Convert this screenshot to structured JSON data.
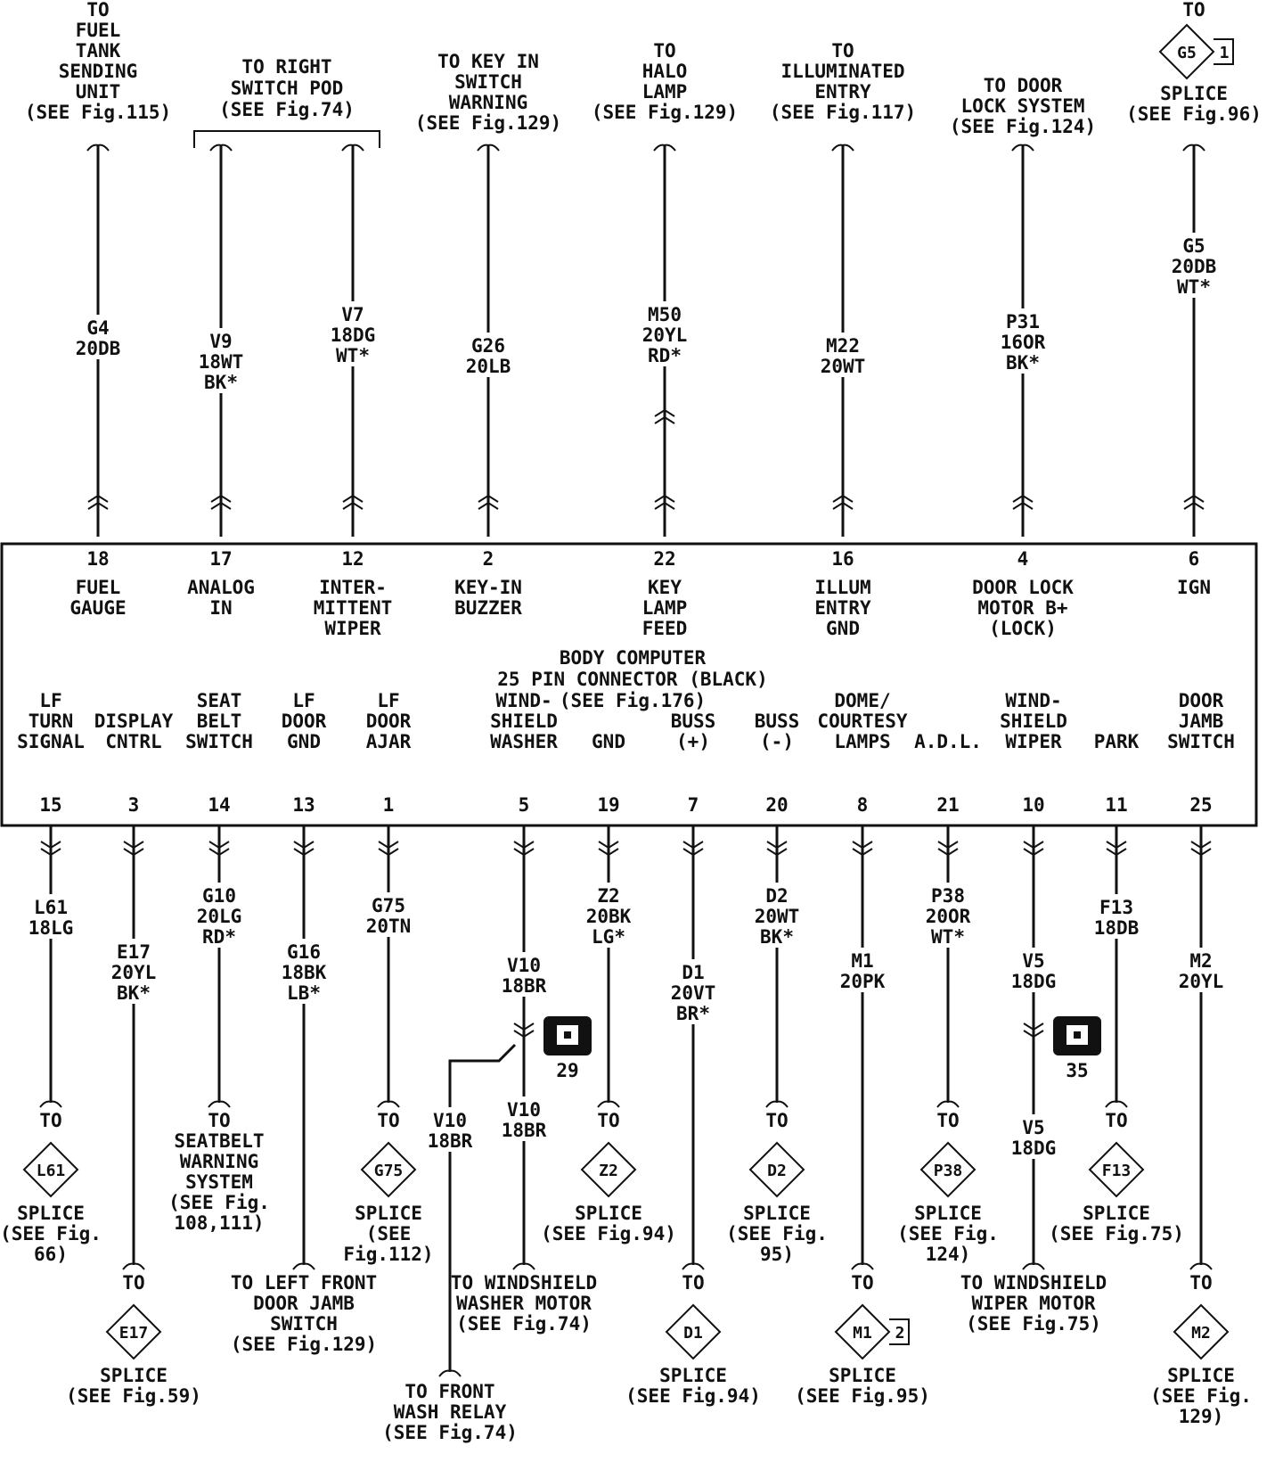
{
  "connector": {
    "title_lines": [
      "BODY COMPUTER",
      "25 PIN CONNECTOR (BLACK)",
      "(SEE Fig.176)"
    ]
  },
  "top_circuits": [
    {
      "id": "fuel-gauge",
      "pin": "18",
      "pin_label": [
        "FUEL",
        "GAUGE"
      ],
      "wire": [
        "G4",
        "20DB"
      ],
      "dest": [
        "TO",
        "FUEL",
        "TANK",
        "SENDING",
        "UNIT",
        "(SEE Fig.115)"
      ]
    },
    {
      "id": "analog-in",
      "pin": "17",
      "pin_label": [
        "ANALOG",
        "IN"
      ],
      "wire": [
        "V9",
        "18WT",
        "BK*"
      ],
      "dest": []
    },
    {
      "id": "intermittent-wiper",
      "pin": "12",
      "pin_label": [
        "INTER-",
        "MITTENT",
        "WIPER"
      ],
      "wire": [
        "V7",
        "18DG",
        "WT*"
      ],
      "dest": []
    },
    {
      "id": "key-in-buzzer",
      "pin": "2",
      "pin_label": [
        "KEY-IN",
        "BUZZER"
      ],
      "wire": [
        "G26",
        "20LB"
      ],
      "dest": [
        "TO KEY IN",
        "SWITCH",
        "WARNING",
        "(SEE Fig.129)"
      ]
    },
    {
      "id": "key-lamp-feed",
      "pin": "22",
      "pin_label": [
        "KEY",
        "LAMP",
        "FEED"
      ],
      "wire": [
        "M50",
        "20YL",
        "RD*"
      ],
      "dest": [
        "TO",
        "HALO",
        "LAMP",
        "(SEE Fig.129)"
      ]
    },
    {
      "id": "illum-entry-gnd",
      "pin": "16",
      "pin_label": [
        "ILLUM",
        "ENTRY",
        "GND"
      ],
      "wire": [
        "M22",
        "20WT"
      ],
      "dest": [
        "TO",
        "ILLUMINATED",
        "ENTRY",
        "(SEE Fig.117)"
      ]
    },
    {
      "id": "door-lock-motor",
      "pin": "4",
      "pin_label": [
        "DOOR LOCK",
        "MOTOR B+",
        "(LOCK)"
      ],
      "wire": [
        "P31",
        "16OR",
        "BK*"
      ],
      "dest": [
        "TO DOOR",
        "LOCK SYSTEM",
        "(SEE Fig.124)"
      ]
    },
    {
      "id": "ign",
      "pin": "6",
      "pin_label": [
        "IGN"
      ],
      "wire": [
        "G5",
        "20DB",
        "WT*"
      ],
      "dest": [
        "TO",
        "SPLICE",
        "(SEE Fig.96)"
      ],
      "splice": "G5",
      "splice_num": "1"
    }
  ],
  "right_switch_pod": [
    "TO RIGHT",
    "SWITCH POD",
    "(SEE Fig.74)"
  ],
  "bottom_circuits": [
    {
      "id": "lf-turn-signal",
      "pin": "15",
      "pin_label": [
        "LF",
        "TURN",
        "SIGNAL"
      ],
      "wire": [
        "L61",
        "18LG"
      ],
      "dest_to": "TO",
      "splice": "L61",
      "dest": [
        "SPLICE",
        "(SEE Fig.",
        "66)"
      ]
    },
    {
      "id": "display-cntrl",
      "pin": "3",
      "pin_label": [
        "DISPLAY",
        "CNTRL"
      ],
      "wire": [
        "E17",
        "20YL",
        "BK*"
      ],
      "dest_to": "TO",
      "splice": "E17",
      "dest": [
        "SPLICE",
        "(SEE Fig.59)"
      ]
    },
    {
      "id": "seat-belt-switch",
      "pin": "14",
      "pin_label": [
        "SEAT",
        "BELT",
        "SWITCH"
      ],
      "wire": [
        "G10",
        "20LG",
        "RD*"
      ],
      "dest_to": "",
      "splice": "",
      "dest": [
        "TO",
        "SEATBELT",
        "WARNING",
        "SYSTEM",
        "(SEE Fig.",
        "108,111)"
      ]
    },
    {
      "id": "lf-door-gnd",
      "pin": "13",
      "pin_label": [
        "LF",
        "DOOR",
        "GND"
      ],
      "wire": [
        "G16",
        "18BK",
        "LB*"
      ],
      "dest_to": "",
      "splice": "",
      "dest": [
        "TO LEFT FRONT",
        "DOOR JAMB",
        "SWITCH",
        "(SEE Fig.129)"
      ]
    },
    {
      "id": "lf-door-ajar",
      "pin": "1",
      "pin_label": [
        "LF",
        "DOOR",
        "AJAR"
      ],
      "wire": [
        "G75",
        "20TN"
      ],
      "dest_to": "TO",
      "splice": "G75",
      "dest": [
        "SPLICE",
        "(SEE",
        "Fig.112)"
      ]
    },
    {
      "id": "windshield-washer",
      "pin": "5",
      "pin_label": [
        "WIND-",
        "SHIELD",
        "WASHER"
      ],
      "wire": [
        "V10",
        "18BR"
      ],
      "dest_to": "",
      "splice": "",
      "dest": [
        "TO WINDSHIELD",
        "WASHER MOTOR",
        "(SEE Fig.74)"
      ]
    },
    {
      "id": "gnd",
      "pin": "19",
      "pin_label": [
        "GND"
      ],
      "wire": [
        "Z2",
        "20BK",
        "LG*"
      ],
      "dest_to": "TO",
      "splice": "Z2",
      "dest": [
        "SPLICE",
        "(SEE Fig.94)"
      ]
    },
    {
      "id": "buss-plus",
      "pin": "7",
      "pin_label": [
        "BUSS",
        "(+)"
      ],
      "wire": [
        "D1",
        "20VT",
        "BR*"
      ],
      "dest_to": "TO",
      "splice": "D1",
      "dest": [
        "SPLICE",
        "(SEE Fig.94)"
      ]
    },
    {
      "id": "buss-minus",
      "pin": "20",
      "pin_label": [
        "BUSS",
        "(-)"
      ],
      "wire": [
        "D2",
        "20WT",
        "BK*"
      ],
      "dest_to": "TO",
      "splice": "D2",
      "dest": [
        "SPLICE",
        "(SEE Fig.",
        "95)"
      ]
    },
    {
      "id": "dome-courtesy",
      "pin": "8",
      "pin_label": [
        "DOME/",
        "COURTESY",
        "LAMPS"
      ],
      "wire": [
        "M1",
        "20PK"
      ],
      "dest_to": "TO",
      "splice": "M1",
      "splice_num": "2",
      "dest": [
        "SPLICE",
        "(SEE Fig.95)"
      ]
    },
    {
      "id": "adl",
      "pin": "21",
      "pin_label": [
        "A.D.L."
      ],
      "wire": [
        "P38",
        "20OR",
        "WT*"
      ],
      "dest_to": "TO",
      "splice": "P38",
      "dest": [
        "SPLICE",
        "(SEE Fig.",
        "124)"
      ]
    },
    {
      "id": "windshield-wiper",
      "pin": "10",
      "pin_label": [
        "WIND-",
        "SHIELD",
        "WIPER"
      ],
      "wire": [
        "V5",
        "18DG"
      ],
      "dest_to": "",
      "splice": "",
      "dest": [
        "TO WINDSHIELD",
        "WIPER MOTOR",
        "(SEE Fig.75)"
      ]
    },
    {
      "id": "park",
      "pin": "11",
      "pin_label": [
        "PARK"
      ],
      "wire": [
        "F13",
        "18DB"
      ],
      "dest_to": "TO",
      "splice": "F13",
      "dest": [
        "SPLICE",
        "(SEE Fig.75)"
      ]
    },
    {
      "id": "door-jamb-switch",
      "pin": "25",
      "pin_label": [
        "DOOR",
        "JAMB",
        "SWITCH"
      ],
      "wire": [
        "M2",
        "20YL"
      ],
      "dest_to": "TO",
      "splice": "M2",
      "dest": [
        "SPLICE",
        "(SEE Fig.",
        "129)"
      ]
    }
  ],
  "washer_branch": {
    "connector_num": "29",
    "branch_wire": [
      "V10",
      "18BR"
    ],
    "cont_wire": [
      "V10",
      "18BR"
    ],
    "relay_dest": [
      "TO FRONT",
      "WASH RELAY",
      "(SEE Fig.74)"
    ]
  },
  "wiper_branch": {
    "connector_num": "35",
    "cont_wire": [
      "V5",
      "18DG"
    ]
  }
}
